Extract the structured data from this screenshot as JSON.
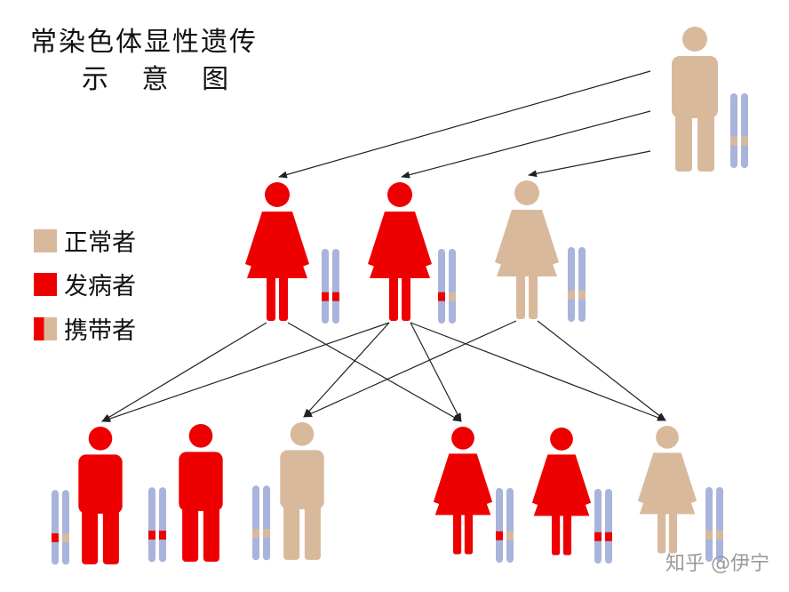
{
  "title": {
    "line1": "常染色体显性遗传",
    "line2": "示 意 图"
  },
  "legend": [
    {
      "label": "正常者",
      "kind": "normal"
    },
    {
      "label": "发病者",
      "kind": "affected"
    },
    {
      "label": "携带者",
      "kind": "carrier"
    }
  ],
  "colors": {
    "normal": "#d9b99b",
    "affected": "#ee0000",
    "chromosome": "#a9b4dc",
    "line": "#222222"
  },
  "watermark": "知乎 @伊宁",
  "pedigree": {
    "generation1": [
      {
        "id": "g1-father",
        "sex": "male",
        "status": "normal",
        "chromosomes": [
          "normal",
          "normal"
        ]
      }
    ],
    "generation2": [
      {
        "id": "g2-woman-1",
        "sex": "female",
        "status": "affected",
        "chromosomes": [
          "affected",
          "affected"
        ]
      },
      {
        "id": "g2-woman-2",
        "sex": "female",
        "status": "affected",
        "chromosomes": [
          "affected",
          "normal"
        ]
      },
      {
        "id": "g2-woman-3",
        "sex": "female",
        "status": "normal",
        "chromosomes": [
          "normal",
          "normal"
        ]
      }
    ],
    "generation3": [
      {
        "id": "g3-man-1",
        "sex": "male",
        "status": "affected",
        "chromosomes": [
          "affected",
          "normal"
        ]
      },
      {
        "id": "g3-man-2",
        "sex": "male",
        "status": "affected",
        "chromosomes": [
          "affected",
          "affected"
        ]
      },
      {
        "id": "g3-man-3",
        "sex": "male",
        "status": "normal",
        "chromosomes": [
          "normal",
          "normal"
        ]
      },
      {
        "id": "g3-woman-1",
        "sex": "female",
        "status": "affected",
        "chromosomes": [
          "affected",
          "normal"
        ]
      },
      {
        "id": "g3-woman-2",
        "sex": "female",
        "status": "affected",
        "chromosomes": [
          "affected",
          "affected"
        ]
      },
      {
        "id": "g3-woman-3",
        "sex": "female",
        "status": "normal",
        "chromosomes": [
          "normal",
          "normal"
        ]
      }
    ],
    "arrows": [
      {
        "from": "g1-father",
        "to": "g2-woman-1"
      },
      {
        "from": "g1-father",
        "to": "g2-woman-2"
      },
      {
        "from": "g1-father",
        "to": "g2-woman-3"
      },
      {
        "from": "g2-woman-1",
        "to": "g3-woman-1"
      },
      {
        "from": "g2-woman-1",
        "to": "g3-man-1"
      },
      {
        "from": "g2-woman-2",
        "to": "g3-man-1"
      },
      {
        "from": "g2-woman-2",
        "to": "g3-man-3"
      },
      {
        "from": "g2-woman-2",
        "to": "g3-woman-1"
      },
      {
        "from": "g2-woman-2",
        "to": "g3-woman-3"
      },
      {
        "from": "g2-woman-3",
        "to": "g3-man-3"
      },
      {
        "from": "g2-woman-3",
        "to": "g3-woman-3"
      }
    ]
  }
}
